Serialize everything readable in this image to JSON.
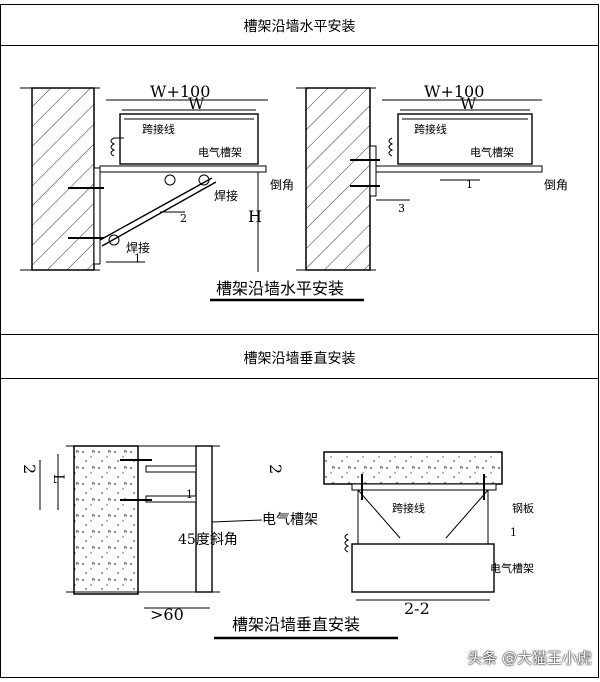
{
  "sections": [
    {
      "title": "槽架沿墙水平安装"
    },
    {
      "title": "槽架沿墙垂直安装"
    }
  ],
  "diagram1": {
    "left": {
      "dim_outer": "W+100",
      "dim_inner": "W",
      "jumper": "跨接线",
      "tray": "电气槽架",
      "weld1": "焊接",
      "weld2": "焊接",
      "chamfer": "倒角",
      "h": "H",
      "n1": "1",
      "n2": "2"
    },
    "right": {
      "dim_outer": "W+100",
      "dim_inner": "W",
      "jumper": "跨接线",
      "tray": "电气槽架",
      "chamfer": "倒角",
      "n1": "1",
      "n3": "3"
    },
    "caption": "槽架沿墙水平安装"
  },
  "diagram2": {
    "left": {
      "sec_left": "2",
      "sec_right": "2",
      "l": "L",
      "n1": "1",
      "angle": "45度斜角",
      "tray": "电气槽架",
      "dim": ">60"
    },
    "right": {
      "jumper": "跨接线",
      "plate": "钢板",
      "n1": "1",
      "tray": "电气槽架",
      "section": "2-2"
    },
    "caption": "槽架沿墙垂直安装"
  },
  "watermark": "头条 @大猫王小虎"
}
